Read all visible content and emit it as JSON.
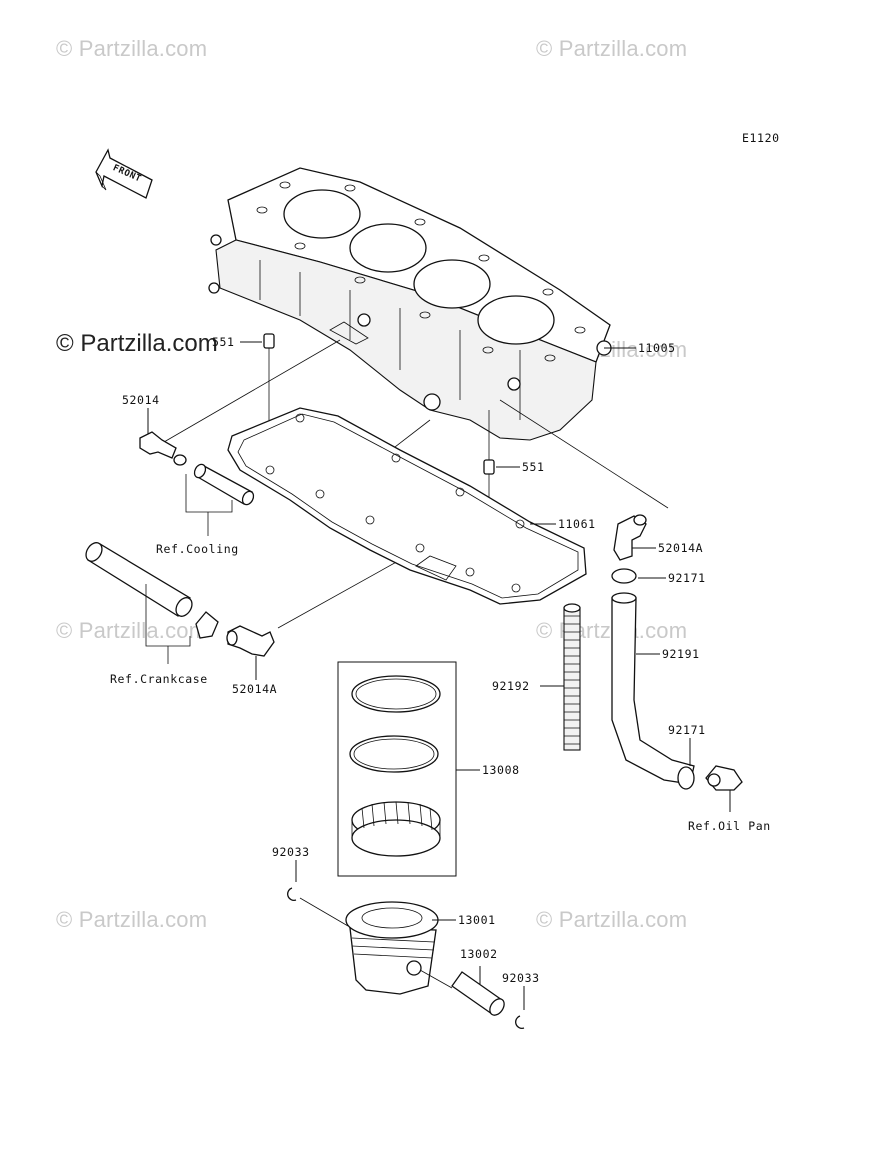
{
  "diagram": {
    "code": "E1120",
    "front_label": "FRONT",
    "watermark": "© Partzilla.com",
    "watermark_dark": "© Partzilla.com",
    "labels": {
      "p11005": "11005",
      "p551_top": "551",
      "p551_mid": "551",
      "p52014": "52014",
      "p11061": "11061",
      "p52014A_right": "52014A",
      "p92171_top": "92171",
      "p92191": "92191",
      "p92192": "92192",
      "p92171_low": "92171",
      "p13008": "13008",
      "p92033_left": "92033",
      "p13001": "13001",
      "p13002": "13002",
      "p92033_right": "92033",
      "p52014A_left": "52014A",
      "ref_cooling": "Ref.Cooling",
      "ref_crankcase": "Ref.Crankcase",
      "ref_oilpan": "Ref.Oil Pan"
    }
  }
}
